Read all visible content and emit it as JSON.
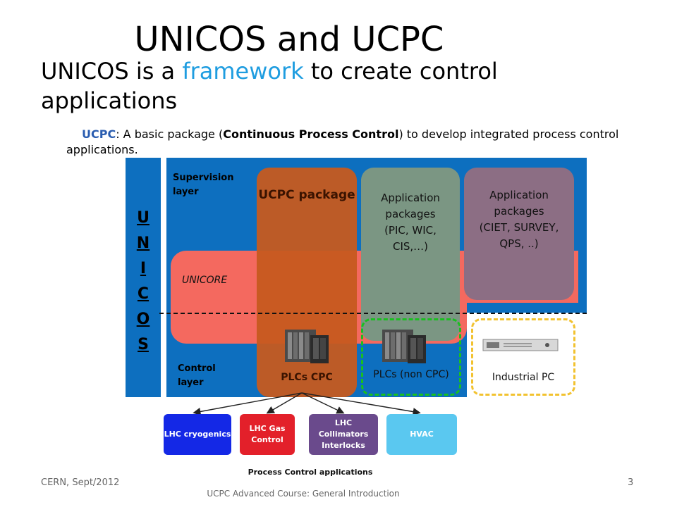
{
  "slide": {
    "title": "UNICOS and UCPC",
    "subtitle_pre": "UNICOS is a ",
    "subtitle_highlight": "framework",
    "subtitle_post": " to create control applications",
    "desc_ucpc": "UCPC",
    "desc_part1": ":  A basic package (",
    "desc_bold": "Continuous Process Control",
    "desc_part2": ") to develop integrated process control applications."
  },
  "diagram": {
    "unicos_letters": [
      "U",
      "N",
      "I",
      "C",
      "O",
      "S"
    ],
    "supervision_label": "Supervision layer",
    "control_label": "Control layer",
    "unicore_label": "UNICORE",
    "ucpc_package": "UCPC package",
    "app_packages_1": [
      "Application",
      "packages",
      "(PIC, WIC,",
      "CIS,…)"
    ],
    "app_packages_2": [
      "Application",
      "packages",
      "(CIET, SURVEY,",
      "QPS, ..)"
    ],
    "plcs_cpc": "PLCs CPC",
    "plcs_non_cpc": "PLCs  (non CPC)",
    "industrial_pc": "Industrial PC",
    "applications": [
      {
        "label": "LHC cryogenics",
        "color": "#1428e6"
      },
      {
        "label": "LHC Gas Control",
        "color": "#e3202a"
      },
      {
        "label": "LHC Collimators Interlocks",
        "color": "#6a4a8c"
      },
      {
        "label": "HVAC",
        "color": "#5ac8f0"
      }
    ],
    "applications_caption": "Process Control applications"
  },
  "footer": {
    "left": "CERN, Sept/2012",
    "center": "UCPC Advanced Course: General Introduction",
    "page": "3"
  },
  "colors": {
    "accent": "#1f9de0",
    "supervision_bg": "#0d6fbf",
    "unicore": "#f4695f",
    "ucpc_package": "#c65a1f"
  }
}
